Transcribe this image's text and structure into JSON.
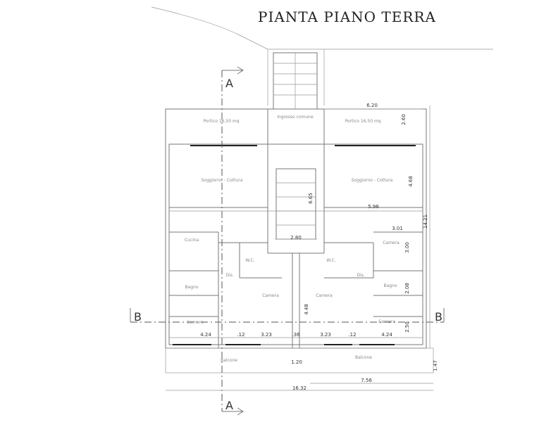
{
  "title": "PIANTA PIANO TERRA",
  "section_markers": {
    "a": "A",
    "b": "B"
  },
  "rooms": {
    "portico_left": "Portico 16,50 mq",
    "ingresso": "Ingresso comune",
    "portico_right": "Portico 16,50 mq",
    "soggiorno_left": "Soggiorno - Cottura",
    "soggiorno_right": "Soggiorno - Cottura",
    "cucina": "Cucina",
    "bagno_left": "Bagno",
    "wc_left": "W.C.",
    "wc_right": "W.C.",
    "dis_left": "Dis.",
    "dis_right": "Dis.",
    "camera_center_left": "Camera",
    "camera_center_right": "Camera",
    "camera_left_bottom": "Camera",
    "camera_right_top": "Camera",
    "bagno_right": "Bagno",
    "camera_right_bottom": "Camera",
    "balcone_left": "Balcone",
    "balcone_right": "Balcone"
  },
  "dimensions": {
    "d620": "6.20",
    "d260": "2.60",
    "d468": "4.68",
    "d596": "5.96",
    "d665": "6.65",
    "d280": "2.80",
    "d301": "3.01",
    "d300": "3.00",
    "d208": "2.08",
    "d250": "2.50",
    "d1421": "14.21",
    "d448": "4.48",
    "d147": "1.47",
    "b1": "4.24",
    "b2": ".12",
    "b3": "3.23",
    "b4": ".36",
    "b5": "3.23",
    "b6": ".12",
    "b7": "4.24",
    "d120": "1.20",
    "d756": "7.56",
    "d1632": "16.32"
  }
}
